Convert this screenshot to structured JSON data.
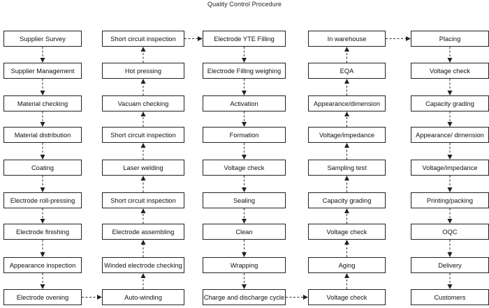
{
  "title": "Quality Control Procedure",
  "columns": [
    {
      "direction": "down",
      "steps": [
        "Supplier Survey",
        "Supplier Management",
        "Material checking",
        "Material distribution",
        "Coating",
        "Electrode roll-pressing",
        "Electrode finishing",
        "Appearance inspection",
        "Electrode ovening"
      ]
    },
    {
      "direction": "up",
      "steps": [
        "Short circuit inspection",
        "Hot pressing",
        "Vacuam checking",
        "Short circuit inspection",
        "Laser welding",
        "Short circuit inspection",
        "Electrode assembling",
        "Winded electrode checking",
        "Auto-winding"
      ]
    },
    {
      "direction": "down",
      "steps": [
        "Electrode YTE Filling",
        "Electrode Filling weighing",
        "Activation",
        "Formation",
        "Voltage check",
        "Sealing",
        "Clean",
        "Wrapping",
        "Charge and discharge cycle"
      ]
    },
    {
      "direction": "up",
      "steps": [
        "In warehouse",
        "EQA",
        "Appearance/dimension",
        "Voltage/impedance",
        "Sampling test",
        "Capacity grading",
        "Voltage check",
        "Aging",
        "Voltage check"
      ]
    },
    {
      "direction": "down",
      "steps": [
        "Placing",
        "Voltage check",
        "Capacity grading",
        "Appearance/ dimension",
        "Voltage/impedance",
        "Printing/packing",
        "OQC",
        "Delivery",
        "Customers"
      ]
    }
  ],
  "links": [
    {
      "from": [
        0,
        8
      ],
      "to": [
        1,
        8
      ]
    },
    {
      "from": [
        1,
        0
      ],
      "to": [
        2,
        0
      ]
    },
    {
      "from": [
        2,
        8
      ],
      "to": [
        3,
        8
      ]
    },
    {
      "from": [
        3,
        0
      ],
      "to": [
        4,
        0
      ]
    }
  ]
}
